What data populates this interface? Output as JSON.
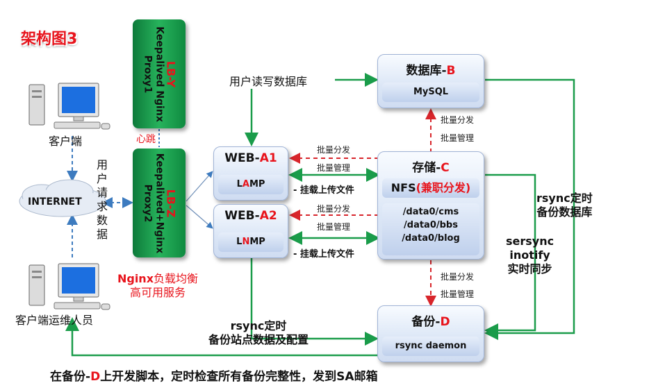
{
  "title": "架构图3",
  "clients": {
    "client_label": "客户端",
    "ops_label": "客户端运维人员"
  },
  "internet": {
    "label": "INTERNET"
  },
  "user_request_chars": [
    "用",
    "户",
    "请",
    "求",
    "数",
    "据"
  ],
  "lb_y": {
    "name": "LB-Y",
    "line1": "Keepalived Nginx",
    "line2": "Proxy1"
  },
  "lb_z": {
    "name": "LB-Z",
    "line1": "Keepalived+Nginx",
    "line2": "Proxy2"
  },
  "heartbeat": "心跳",
  "nginx_note": {
    "prefix": "Nginx",
    "line1_rest": "负载均衡",
    "line2": "高可用服务"
  },
  "web_a1": {
    "name_prefix": "WEB-",
    "name_suffix": "A1",
    "sub_pre": "L",
    "sub_red": "A",
    "sub_post": "MP"
  },
  "web_a2": {
    "name_prefix": "WEB-",
    "name_suffix": "A2",
    "sub_pre": "L",
    "sub_red": "N",
    "sub_post": "MP"
  },
  "db": {
    "name_prefix": "数据库-",
    "name_suffix": "B",
    "sub": "MySQL"
  },
  "storage": {
    "name_prefix": "存储-",
    "name_suffix": "C",
    "nfs_prefix": "NFS",
    "nfs_red": "(兼职分发)",
    "dirs": [
      "/data0/cms",
      "/data0/bbs",
      "/data0/blog"
    ]
  },
  "backup": {
    "name_prefix": "备份-",
    "name_suffix": "D",
    "sub": "rsync daemon"
  },
  "labels": {
    "user_rw_db": "用户读写数据库",
    "batch_dist": "批量分发",
    "batch_mgmt": "批量管理",
    "mount_upload": "- 挂载上传文件",
    "rsync_db_1": "rsync定时",
    "rsync_db_2": "备份数据库",
    "sersync_1": "sersync",
    "sersync_2": "inotify",
    "sersync_3": "实时同步",
    "rsync_site_1": "rsync定时",
    "rsync_site_2": "备份站点数据及配置",
    "footer_pre": "在备份-",
    "footer_red": "D",
    "footer_post": "上开发脚本，定时检查所有备份完整性，发到SA邮箱"
  },
  "colors": {
    "red": "#e8141c",
    "green": "#1a9c4a",
    "blue_node": "#cfdcf1",
    "lb_green": "#27b35c"
  }
}
